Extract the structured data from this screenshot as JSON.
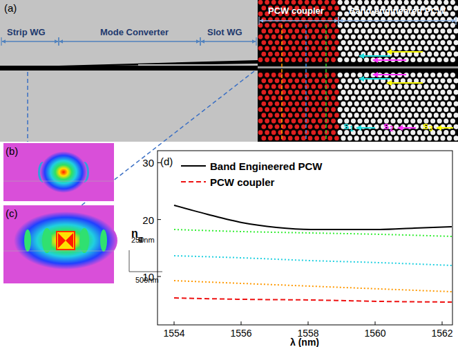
{
  "diagram": {
    "labels": [
      "(a)",
      "Strip WG",
      "Mode Converter",
      "Slot WG",
      "PCW coupler",
      "Band-engineered PCW",
      "s",
      "1",
      "s",
      "2",
      "s",
      "3",
      "(b)",
      "(c)",
      "250nm",
      "500nm",
      "(d)",
      "30",
      "20",
      "10",
      "1554",
      "1556",
      "1558",
      "1560",
      "1562",
      "λ (nm)",
      "n",
      "g"
    ],
    "legend": [
      {
        "text": "Band Engineered PCW"
      },
      {
        "text": "PCW coupler"
      }
    ]
  }
}
